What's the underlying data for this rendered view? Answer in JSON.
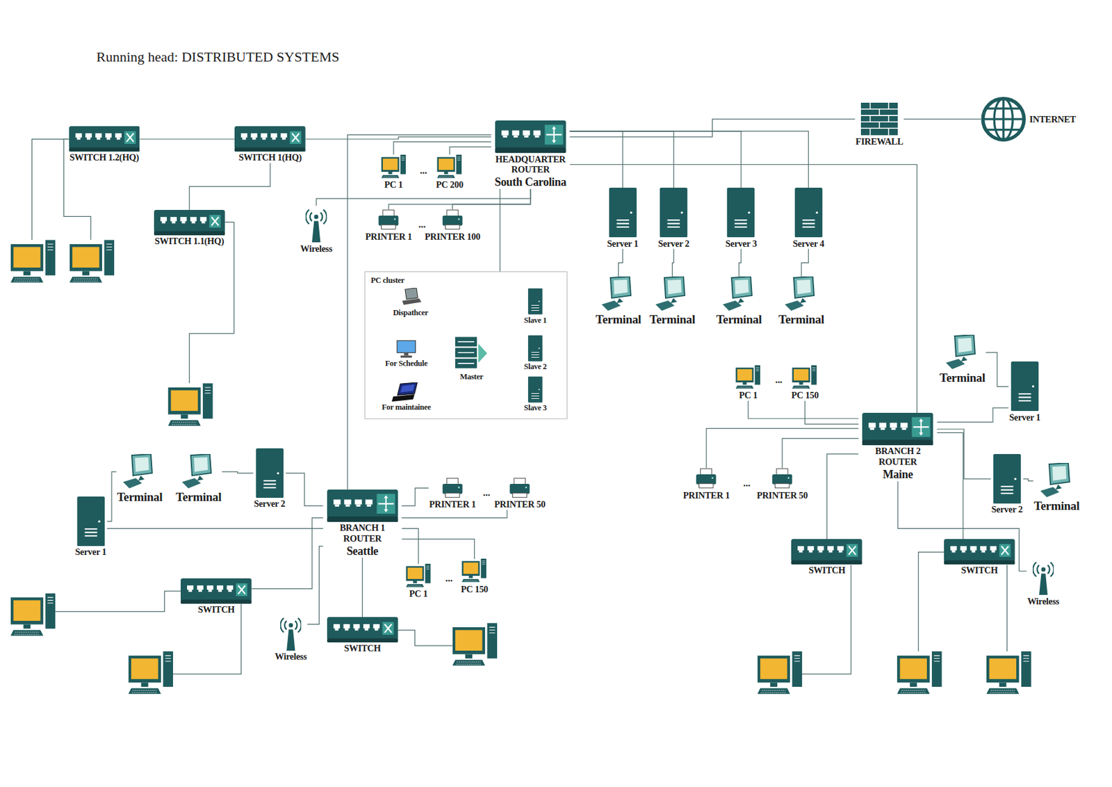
{
  "diagram": {
    "nodes": [
      {
        "text": [
          "SWITCH 1.2(HQ)"
        ]
      },
      {
        "text": [
          "SWITCH 1(HQ)"
        ]
      },
      {
        "text": [
          "SWITCH 1.1(HQ)"
        ]
      },
      {
        "text": [
          "PC 1"
        ]
      },
      {
        "text": [
          "PC 200"
        ]
      },
      {
        "text": [
          "HEADQUARTER ROUTER",
          "South Carolina"
        ]
      },
      {
        "text": [
          "FIREWALL"
        ]
      },
      {
        "text": [
          "INTERNET"
        ]
      },
      {
        "text": [
          "Wireless"
        ]
      },
      {
        "text": [
          "PRINTER 1"
        ]
      },
      {
        "text": [
          "PRINTER 100"
        ]
      },
      {
        "text": [
          "Server 1"
        ]
      },
      {
        "text": [
          "Server 2"
        ]
      },
      {
        "text": [
          "Server 3"
        ]
      },
      {
        "text": [
          "Server 4"
        ]
      },
      {
        "text": [
          "PC cluster"
        ]
      },
      {
        "text": [
          "Dispathcer"
        ],
        "in": 15
      },
      {
        "text": [
          "For Schedule"
        ],
        "in": 15
      },
      {
        "text": [
          "For maintainee"
        ],
        "in": 15
      },
      {
        "text": [
          "Master"
        ],
        "in": 15
      },
      {
        "text": [
          "Slave 1"
        ],
        "in": 15
      },
      {
        "text": [
          "Slave 2"
        ],
        "in": 15
      },
      {
        "text": [
          "Slave 3"
        ],
        "in": 15
      },
      {
        "text": [
          "Terminal"
        ]
      },
      {
        "text": [
          "Terminal"
        ]
      },
      {
        "text": [
          "Terminal"
        ]
      },
      {
        "text": [
          "Terminal"
        ]
      },
      {
        "text": [
          "PC 1"
        ]
      },
      {
        "text": [
          "PC 150"
        ]
      },
      {
        "text": [
          "Terminal"
        ]
      },
      {
        "text": [
          "Server 1"
        ]
      },
      {
        "text": [
          "BRANCH 2 ROUTER",
          "Maine"
        ]
      },
      {
        "text": [
          "PRINTER 1"
        ]
      },
      {
        "text": [
          "PRINTER 50"
        ]
      },
      {
        "text": [
          "Server 2"
        ]
      },
      {
        "text": [
          "Terminal"
        ]
      },
      {
        "text": [
          "SWITCH"
        ]
      },
      {
        "text": [
          "SWITCH"
        ]
      },
      {
        "text": [
          "Wireless"
        ]
      },
      {
        "text": [
          "Terminal"
        ]
      },
      {
        "text": [
          "Terminal"
        ]
      },
      {
        "text": [
          "Server 2"
        ]
      },
      {
        "text": [
          "Server 1"
        ]
      },
      {
        "text": [
          "BRANCH 1 ROUTER",
          "Seattle"
        ]
      },
      {
        "text": [
          "PRINTER 1"
        ]
      },
      {
        "text": [
          "PRINTER 50"
        ]
      },
      {
        "text": [
          "PC 1"
        ]
      },
      {
        "text": [
          "PC 150"
        ]
      },
      {
        "text": [
          "SWITCH"
        ]
      },
      {
        "text": [
          "Wireless"
        ]
      },
      {
        "text": [
          "SWITCH"
        ]
      }
    ],
    "edges": [
      {
        "from": 0,
        "to": 1,
        "arrow": "none"
      },
      {
        "from": 1,
        "to": 5,
        "arrow": "none"
      },
      {
        "from": 2,
        "to": 1,
        "arrow": "none"
      },
      {
        "from": 3,
        "to": 5,
        "arrow": "none"
      },
      {
        "from": 4,
        "to": 5,
        "arrow": "none"
      },
      {
        "from": 9,
        "to": 5,
        "arrow": "none"
      },
      {
        "from": 10,
        "to": 5,
        "arrow": "none"
      },
      {
        "from": 8,
        "to": 5,
        "arrow": "none"
      },
      {
        "from": 5,
        "to": 6,
        "arrow": "none"
      },
      {
        "from": 6,
        "to": 7,
        "arrow": "none"
      },
      {
        "from": 5,
        "to": 11,
        "arrow": "none"
      },
      {
        "from": 5,
        "to": 12,
        "arrow": "none"
      },
      {
        "from": 5,
        "to": 13,
        "arrow": "none"
      },
      {
        "from": 5,
        "to": 14,
        "arrow": "none"
      },
      {
        "from": 11,
        "to": 23,
        "arrow": "none"
      },
      {
        "from": 12,
        "to": 24,
        "arrow": "none"
      },
      {
        "from": 13,
        "to": 25,
        "arrow": "none"
      },
      {
        "from": 14,
        "to": 26,
        "arrow": "none"
      },
      {
        "from": 19,
        "to": 5,
        "arrow": "none"
      },
      {
        "from": 16,
        "to": 19,
        "arrow": "none"
      },
      {
        "from": 17,
        "to": 19,
        "arrow": "none"
      },
      {
        "from": 18,
        "to": 19,
        "arrow": "none"
      },
      {
        "from": 19,
        "to": 20,
        "arrow": "none"
      },
      {
        "from": 19,
        "to": 21,
        "arrow": "none"
      },
      {
        "from": 19,
        "to": 22,
        "arrow": "none"
      },
      {
        "from": 5,
        "to": 43,
        "arrow": "none"
      },
      {
        "from": 5,
        "to": 31,
        "arrow": "none"
      },
      {
        "from": 27,
        "to": 31,
        "arrow": "none"
      },
      {
        "from": 28,
        "to": 31,
        "arrow": "none"
      },
      {
        "from": 32,
        "to": 31,
        "arrow": "none"
      },
      {
        "from": 33,
        "to": 31,
        "arrow": "none"
      },
      {
        "from": 30,
        "to": 31,
        "arrow": "none"
      },
      {
        "from": 29,
        "to": 30,
        "arrow": "none"
      },
      {
        "from": 34,
        "to": 31,
        "arrow": "none"
      },
      {
        "from": 35,
        "to": 34,
        "arrow": "none"
      },
      {
        "from": 36,
        "to": 31,
        "arrow": "none"
      },
      {
        "from": 37,
        "to": 31,
        "arrow": "none"
      },
      {
        "from": 38,
        "to": 31,
        "arrow": "none"
      },
      {
        "from": 39,
        "to": 42,
        "arrow": "none"
      },
      {
        "from": 40,
        "to": 41,
        "arrow": "none"
      },
      {
        "from": 41,
        "to": 43,
        "arrow": "none"
      },
      {
        "from": 42,
        "to": 43,
        "arrow": "none"
      },
      {
        "from": 44,
        "to": 43,
        "arrow": "none"
      },
      {
        "from": 45,
        "to": 43,
        "arrow": "none"
      },
      {
        "from": 46,
        "to": 43,
        "arrow": "none"
      },
      {
        "from": 47,
        "to": 43,
        "arrow": "none"
      },
      {
        "from": 48,
        "to": 43,
        "arrow": "none"
      },
      {
        "from": 49,
        "to": 43,
        "arrow": "none"
      },
      {
        "from": 50,
        "to": 43,
        "arrow": "none"
      }
    ],
    "labels": [
      "Running head: DISTRIBUTED SYSTEMS",
      "...",
      "...",
      "...",
      "...",
      "...",
      "..."
    ]
  }
}
